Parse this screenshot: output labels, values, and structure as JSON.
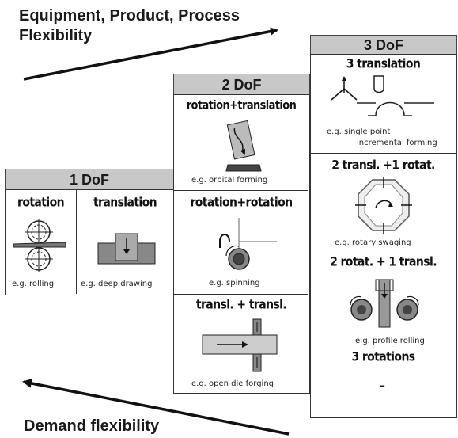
{
  "headlines": {
    "top_line1": "Equipment, Product, Process",
    "top_line2": "Flexibility",
    "bottom": "Demand flexibility"
  },
  "columns": [
    {
      "header": "1 DoF",
      "cells": [
        {
          "title": "rotation",
          "example": "e.g. rolling"
        },
        {
          "title": "translation",
          "example": "e.g. deep drawing"
        }
      ]
    },
    {
      "header": "2 DoF",
      "cells": [
        {
          "title": "rotation+translation",
          "example": "e.g. orbital forming"
        },
        {
          "title": "rotation+rotation",
          "example": "e.g. spinning"
        },
        {
          "title": "transl. + transl.",
          "example": "e.g. open die forging"
        }
      ]
    },
    {
      "header": "3 DoF",
      "cells": [
        {
          "title": "3 translation",
          "example_line1": "e.g. single point",
          "example_line2": "incremental forming"
        },
        {
          "title": "2 transl. +1 rotat.",
          "example": "e.g. rotary swaging"
        },
        {
          "title": "2 rotat. + 1 transl.",
          "example": "e.g. profile rolling"
        },
        {
          "title": "3 rotations",
          "example": "–"
        }
      ]
    }
  ],
  "colors": {
    "header_fill": "#c8c8c8",
    "roller_fill": "#888888",
    "border": "#333333"
  }
}
